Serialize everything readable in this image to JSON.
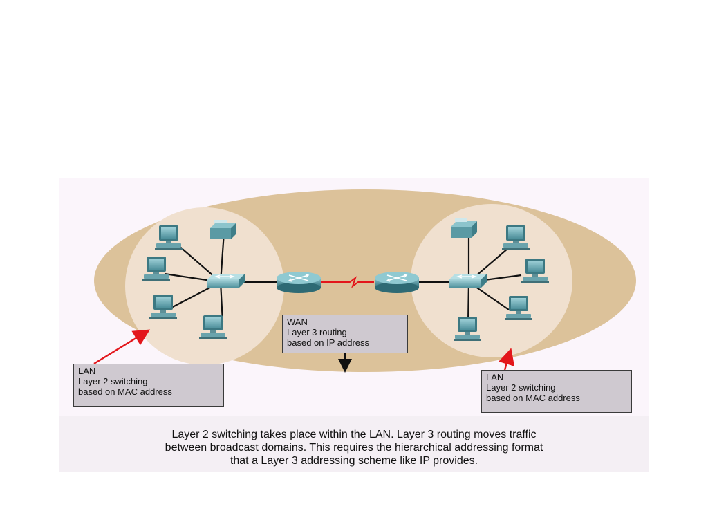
{
  "colors": {
    "background": "#fbf5fb",
    "wan_ellipse": "#dcc29a",
    "lan_area": "#f0e0cf",
    "router": "#4f8e99",
    "switch": "#6aa8b2",
    "link": "#111111",
    "serial_link": "#e3161b",
    "pointer_arrow": "#e3161b",
    "label_box": "#cfc9d0"
  },
  "icons": [
    "workstation-icon",
    "switch-icon",
    "router-icon",
    "printer-icon"
  ],
  "labels": {
    "lan_left": {
      "line1": "LAN",
      "line2": "Layer 2 switching",
      "line3": "based on MAC address"
    },
    "lan_right": {
      "line1": "LAN",
      "line2": "Layer 2 switching",
      "line3": "based on MAC address"
    },
    "wan": {
      "line1": "WAN",
      "line2": "Layer 3 routing",
      "line3": "based on IP address"
    }
  },
  "caption": {
    "line1": "Layer 2 switching takes place within the LAN. Layer 3 routing moves traffic",
    "line2": "between broadcast domains. This requires the hierarchical addressing format",
    "line3": "that a Layer 3 addressing scheme like IP provides."
  }
}
